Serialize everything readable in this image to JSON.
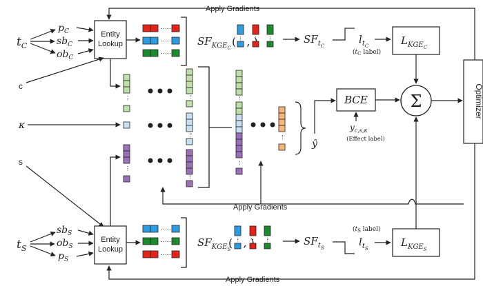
{
  "inputs": {
    "t_c": "t",
    "t_c_sub": "C",
    "p_c": "p",
    "p_c_sub": "C",
    "sb_c": "sb",
    "sb_c_sub": "C",
    "ob_c": "ob",
    "ob_c_sub": "C",
    "c": "c",
    "kappa": "κ",
    "s": "s",
    "t_s": "t",
    "t_s_sub": "S",
    "sb_s": "sb",
    "sb_s_sub": "S",
    "ob_s": "ob",
    "ob_s_sub": "S",
    "p_s": "p",
    "p_s_sub": "S"
  },
  "lookup_top": {
    "line1": "Entity",
    "line2": "Lookup"
  },
  "lookup_bottom": {
    "line1": "Entity",
    "line2": "Lookup"
  },
  "sf_kge_c": {
    "main": "SF",
    "sub": "KGE",
    "subsub": "C"
  },
  "sf_kge_s": {
    "main": "SF",
    "sub": "KGE",
    "subsub": "S"
  },
  "sf_tc": {
    "main": "SF",
    "sub": "t",
    "subsub": "C"
  },
  "sf_ts": {
    "main": "SF",
    "sub": "t",
    "subsub": "S"
  },
  "l_tc": {
    "main": "l",
    "sub": "t",
    "subsub": "C"
  },
  "l_ts": {
    "main": "l",
    "sub": "t",
    "subsub": "S"
  },
  "tc_label": {
    "paren_open": "(",
    "t": "t",
    "sub": "C",
    "rest": " label)"
  },
  "ts_label": {
    "paren_open": "(",
    "t": "t",
    "sub": "S",
    "rest": " label)"
  },
  "loss_c": {
    "main": "L",
    "sub": "KGE",
    "subsub": "C"
  },
  "loss_s": {
    "main": "L",
    "sub": "KGE",
    "subsub": "S"
  },
  "bce": "BCE",
  "y_hat": "ŷ",
  "effect_y": {
    "main": "y",
    "sub": "c,s,κ"
  },
  "effect_label": "(Effect label)",
  "sum_symbol": "Σ",
  "optimizer": "Optimizer",
  "apply_gradients_top": "Apply Gradients",
  "apply_gradients_middle": "Apply Gradients",
  "apply_gradients_bottom": "Apply Gradients",
  "colors": {
    "red": "#e32219",
    "blue": "#2f9be0",
    "green": "#1a8a2c",
    "light_green": "#bfe0a8",
    "light_blue": "#c9dff2",
    "purple": "#9a71b8",
    "orange": "#f6b77a",
    "dark": "#222222"
  }
}
